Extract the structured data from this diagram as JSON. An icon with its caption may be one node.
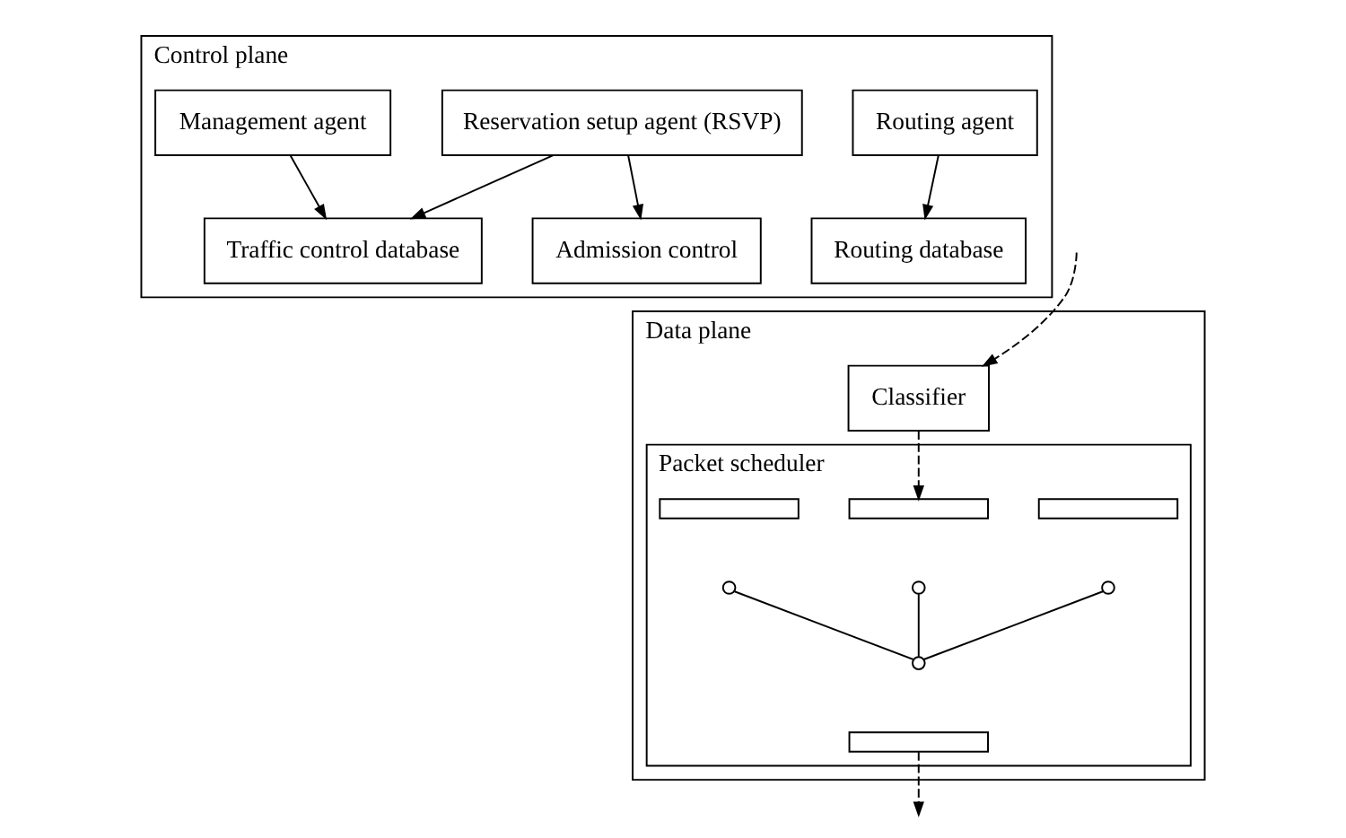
{
  "diagram": {
    "nodes": [
      {
        "text": [
          "Control plane"
        ]
      },
      {
        "text": [
          "Data plane"
        ]
      },
      {
        "text": [
          "Routing agent"
        ],
        "in": 0
      },
      {
        "text": [
          "Reservation setup agent (RSVP)"
        ],
        "in": 0
      },
      {
        "text": [
          "Management agent"
        ],
        "in": 0
      },
      {
        "text": [
          "Admission control"
        ],
        "in": 0
      },
      {
        "text": [
          "Routing database"
        ],
        "in": 0
      },
      {
        "text": [
          "Traffic control database"
        ],
        "in": 0
      },
      {
        "text": [
          "Classifier"
        ],
        "in": 1
      },
      {
        "text": [
          "Packet scheduler"
        ],
        "in": 1
      },
      {
        "text": [],
        "shape": "bar",
        "in": 9
      },
      {
        "text": [],
        "shape": "bar",
        "in": 9
      },
      {
        "text": [],
        "shape": "bar",
        "in": 9
      },
      {
        "text": [],
        "shape": "circle",
        "in": 9
      },
      {
        "text": [],
        "shape": "circle",
        "in": 9
      },
      {
        "text": [],
        "shape": "circle",
        "in": 9
      },
      {
        "text": [],
        "shape": "circle",
        "in": 9
      },
      {
        "text": [],
        "shape": "bar",
        "in": 9
      }
    ],
    "edges": [
      {
        "from": 2,
        "to": 6,
        "arrow": "to"
      },
      {
        "from": 3,
        "to": 5,
        "arrow": "to"
      },
      {
        "from": 3,
        "to": 7,
        "arrow": "to"
      },
      {
        "from": 4,
        "to": 7,
        "arrow": "to"
      },
      {
        "from": null,
        "to": 8,
        "arrow": "to",
        "style": "dashed"
      },
      {
        "from": 8,
        "to": 11,
        "arrow": "to",
        "style": "dashed"
      },
      {
        "from": 13,
        "to": 16,
        "arrow": "none"
      },
      {
        "from": 14,
        "to": 16,
        "arrow": "none"
      },
      {
        "from": 15,
        "to": 16,
        "arrow": "none"
      },
      {
        "from": 17,
        "to": null,
        "arrow": "to",
        "style": "dashed"
      }
    ]
  }
}
